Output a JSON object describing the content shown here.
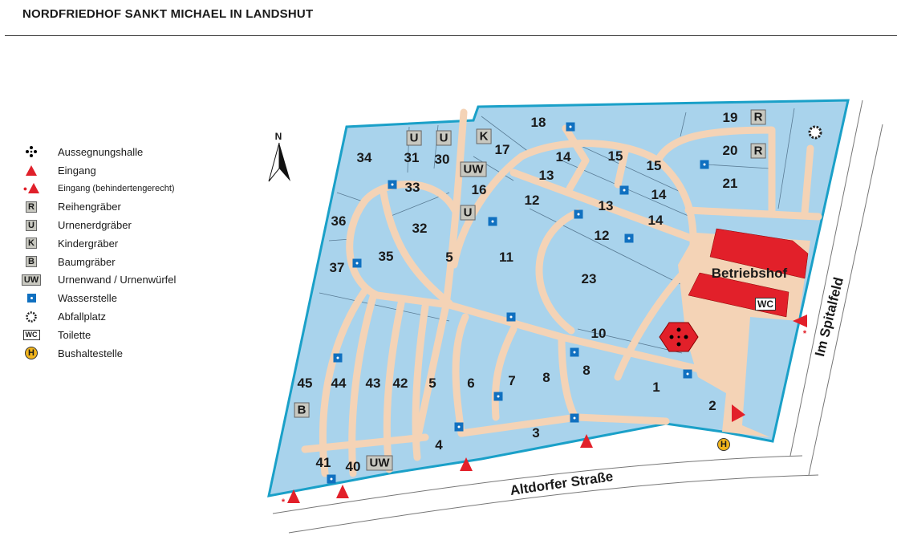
{
  "title": "NORDFRIEDHOF SANKT MICHAEL IN LANDSHUT",
  "colors": {
    "plot": "#a9d3ec",
    "border": "#1aa0c8",
    "path": "#f4d3b6",
    "building": "#e2202a",
    "water": "#1070c0",
    "bus": "#f2b51c"
  },
  "legend": [
    {
      "icon": "aussegnungshalle-icon",
      "label": "Aussegnungshalle"
    },
    {
      "icon": "entrance-icon",
      "label": "Eingang"
    },
    {
      "icon": "accessible-entrance-icon",
      "label": "Eingang (behindertengerecht)"
    },
    {
      "icon": "badge",
      "badge": "R",
      "label": "Reihengräber"
    },
    {
      "icon": "badge",
      "badge": "U",
      "label": "Urnenerdgräber"
    },
    {
      "icon": "badge",
      "badge": "K",
      "label": "Kindergräber"
    },
    {
      "icon": "badge",
      "badge": "B",
      "label": "Baumgräber"
    },
    {
      "icon": "badge",
      "badge": "UW",
      "label": "Urnenwand / Urnenwürfel"
    },
    {
      "icon": "water-icon",
      "label": "Wasserstelle"
    },
    {
      "icon": "waste-icon",
      "label": "Abfallplatz"
    },
    {
      "icon": "badge",
      "badge": "WC",
      "label": "Toilette"
    },
    {
      "icon": "bus-icon",
      "badge": "H",
      "label": "Bushaltestelle"
    }
  ],
  "map": {
    "north": "N",
    "sections": [
      "18",
      "19",
      "20",
      "21",
      "17",
      "14",
      "15",
      "15",
      "13",
      "14",
      "13",
      "14",
      "12",
      "12",
      "16",
      "34",
      "31",
      "30",
      "33",
      "32",
      "36",
      "35",
      "37",
      "5",
      "11",
      "23",
      "10",
      "45",
      "44",
      "43",
      "42",
      "5",
      "6",
      "7",
      "8",
      "8",
      "1",
      "2",
      "3",
      "4",
      "41",
      "40"
    ],
    "badges": [
      "U",
      "U",
      "K",
      "UW",
      "U",
      "R",
      "R",
      "B",
      "UW",
      "WC"
    ],
    "building_label": "Betriebshof",
    "streets": [
      "Altdorfer Straße",
      "Im Spitalfeld"
    ],
    "bus_stop": "H",
    "accessible_marker": "*"
  }
}
